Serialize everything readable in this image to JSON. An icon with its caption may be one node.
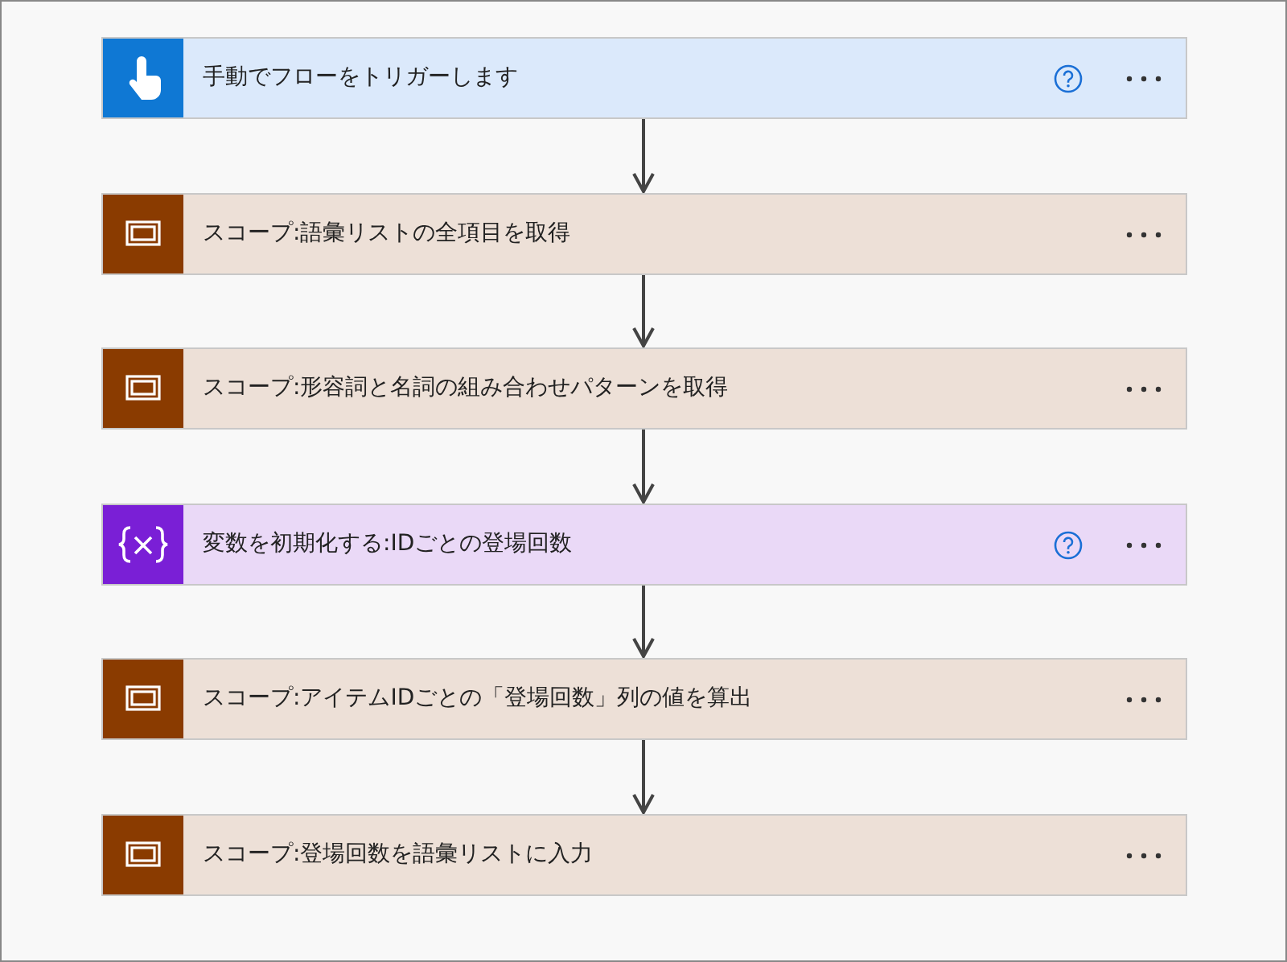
{
  "diagram": {
    "nodes": [
      {
        "text": [
          "手動でフローをトリガーします"
        ]
      },
      {
        "text": [
          "スコープ:語彙リストの全項目を取得"
        ]
      },
      {
        "text": [
          "スコープ:形容詞と名詞の組み合わせパターンを取得"
        ]
      },
      {
        "text": [
          "変数を初期化する:IDごとの登場回数"
        ]
      },
      {
        "text": [
          "スコープ:アイテムIDごとの「登場回数」列の値を算出"
        ]
      },
      {
        "text": [
          "スコープ:登場回数を語彙リストに入力"
        ]
      }
    ],
    "edges": [
      {
        "from": 0,
        "to": 1,
        "arrow": "to"
      },
      {
        "from": 1,
        "to": 2,
        "arrow": "to"
      },
      {
        "from": 2,
        "to": 3,
        "arrow": "to"
      },
      {
        "from": 3,
        "to": 4,
        "arrow": "to"
      },
      {
        "from": 4,
        "to": 5,
        "arrow": "to"
      }
    ]
  }
}
